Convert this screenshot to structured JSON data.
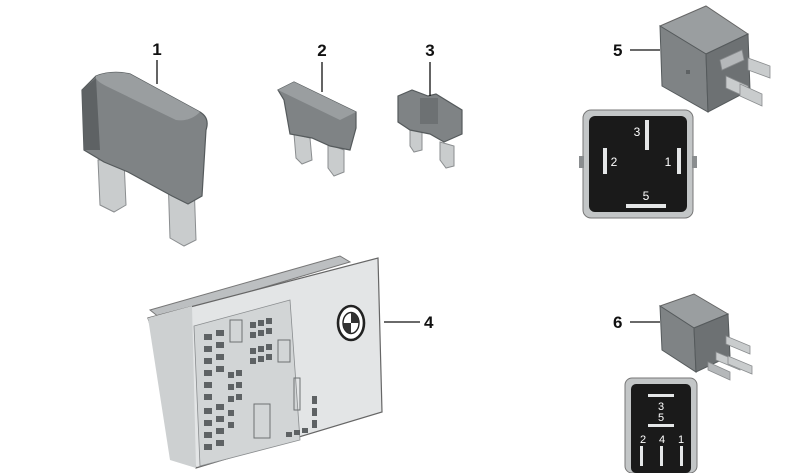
{
  "callouts": {
    "c1": "1",
    "c2": "2",
    "c3": "3",
    "c4": "4",
    "c5": "5",
    "c6": "6"
  },
  "relay5_pins": {
    "p3": "3",
    "p2": "2",
    "p1": "1",
    "p5": "5"
  },
  "relay6_pins": {
    "p3": "3",
    "p5": "5",
    "p2": "2",
    "p4": "4",
    "p1": "1"
  },
  "colors": {
    "part_gray": "#7f8385",
    "part_dark": "#5e6264",
    "contact": "#c9cccd",
    "pin_face": "#1a1a1a"
  },
  "icons": {
    "brand_logo": "roundel-logo-icon"
  }
}
